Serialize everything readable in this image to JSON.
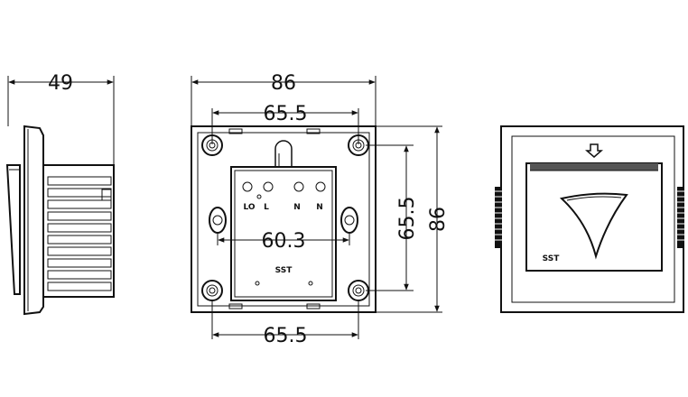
{
  "dimensions": {
    "side_depth": "49",
    "front_width": "86",
    "front_height": "86",
    "hole_spacing_top": "65.5",
    "hole_spacing_bottom": "65.5",
    "hole_spacing_vertical": "65.5",
    "side_hole_spacing": "60.3"
  },
  "terminals": [
    "LO",
    "L",
    "N",
    "N"
  ],
  "brand": "SST",
  "colors": {
    "line": "#111111",
    "background": "#ffffff"
  }
}
